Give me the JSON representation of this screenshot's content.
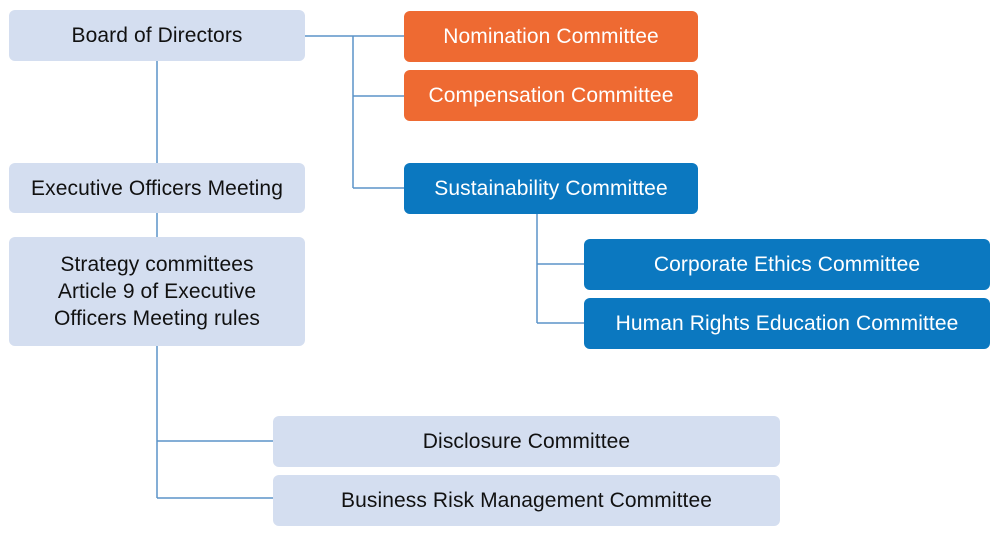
{
  "diagram": {
    "board": {
      "label": "Board of Directors"
    },
    "nomination": {
      "label": "Nomination Committee"
    },
    "compensation": {
      "label": "Compensation Committee"
    },
    "sustainability": {
      "label": "Sustainability Committee"
    },
    "executive_officers": {
      "label": "Executive Officers Meeting"
    },
    "strategy": {
      "lines": [
        "Strategy committees",
        "Article 9 of Executive",
        "Officers Meeting rules"
      ]
    },
    "corporate_ethics": {
      "label": "Corporate Ethics Committee"
    },
    "human_rights": {
      "label": "Human Rights Education Committee"
    },
    "disclosure": {
      "label": "Disclosure Committee"
    },
    "business_risk": {
      "label": "Business Risk Management Committee"
    }
  },
  "colors": {
    "connector": "#5b93c8",
    "gray_box": "#d4def0",
    "orange_box": "#ee6a32",
    "blue_box": "#0b78c0"
  }
}
